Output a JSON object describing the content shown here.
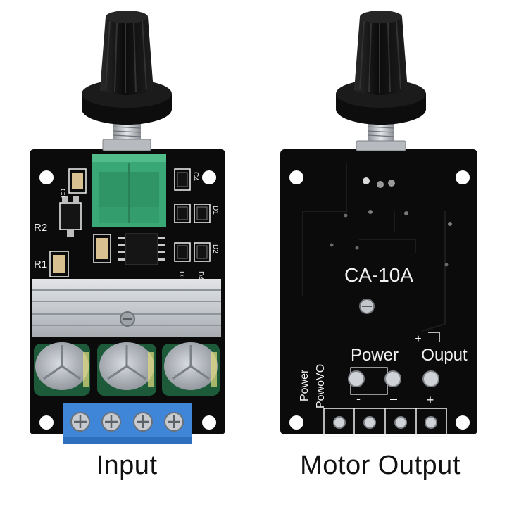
{
  "colors": {
    "background": "#ffffff",
    "pcb": "#0b0b0b",
    "silkscreen": "#f2f2f2",
    "terminal_blue": "#3f86d8",
    "pot_green": "#3aa776",
    "capacitor_green": "#1d5a3a",
    "heatsink": "#c9ccd0",
    "knob": "#151515"
  },
  "left_board": {
    "caption": "Input",
    "labels": {
      "r2": "R2",
      "r1": "R1",
      "c3": "C3",
      "c4": "C4",
      "d1": "D1",
      "d2": "D2",
      "d3": "D3",
      "d4": "D4"
    },
    "icons": [
      "knob-icon",
      "potentiometer-icon",
      "heatsink-icon",
      "capacitor-icon",
      "terminal-block-icon"
    ]
  },
  "right_board": {
    "caption": "Motor Output",
    "model": "CA-10A",
    "power_label": "Power",
    "output_label": "Ouput",
    "side_power": "Power",
    "side_power_vo": "PowoVO",
    "plus_top": "+",
    "minus_1": "-",
    "minus_2": "–",
    "plus_bottom": "+"
  }
}
